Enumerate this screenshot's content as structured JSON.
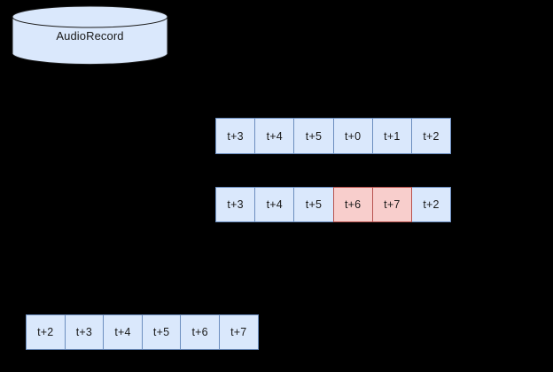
{
  "diagram": {
    "background_color": "#000000",
    "source": {
      "shape": "cylinder",
      "name": "audio-record-store",
      "label": "AudioRecord",
      "fill_color": "#dae8fc",
      "stroke_color": "#1a1a1a"
    },
    "palette": {
      "cell_fill_blue": "#dae8fc",
      "cell_stroke_blue": "#6c8ebf",
      "cell_fill_pink": "#f8cecc",
      "cell_stroke_pink": "#b85450",
      "text_color": "#1a1a1a"
    },
    "buffers": [
      {
        "name": "ring-buffer-before-overwrite",
        "cells": [
          {
            "label": "t+3",
            "state": "normal"
          },
          {
            "label": "t+4",
            "state": "normal"
          },
          {
            "label": "t+5",
            "state": "normal"
          },
          {
            "label": "t+0",
            "state": "normal"
          },
          {
            "label": "t+1",
            "state": "normal"
          },
          {
            "label": "t+2",
            "state": "normal"
          }
        ]
      },
      {
        "name": "ring-buffer-after-overwrite",
        "cells": [
          {
            "label": "t+3",
            "state": "normal"
          },
          {
            "label": "t+4",
            "state": "normal"
          },
          {
            "label": "t+5",
            "state": "normal"
          },
          {
            "label": "t+6",
            "state": "highlighted"
          },
          {
            "label": "t+7",
            "state": "highlighted"
          },
          {
            "label": "t+2",
            "state": "normal"
          }
        ]
      },
      {
        "name": "ordered-output-buffer",
        "cells": [
          {
            "label": "t+2",
            "state": "normal"
          },
          {
            "label": "t+3",
            "state": "normal"
          },
          {
            "label": "t+4",
            "state": "normal"
          },
          {
            "label": "t+5",
            "state": "normal"
          },
          {
            "label": "t+6",
            "state": "normal"
          },
          {
            "label": "t+7",
            "state": "normal"
          }
        ]
      }
    ]
  }
}
